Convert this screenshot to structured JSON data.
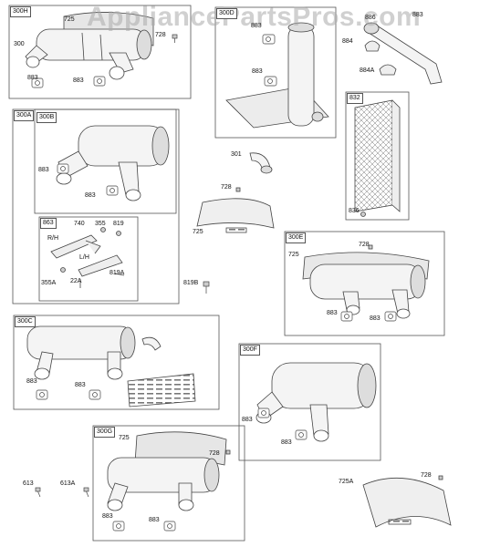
{
  "watermark": "AppliancePartsPros.com",
  "groups": [
    {
      "id": "300H",
      "label": "300H"
    },
    {
      "id": "300D",
      "label": "300D"
    },
    {
      "id": "832",
      "label": "832"
    },
    {
      "id": "300A",
      "label": "300A"
    },
    {
      "id": "300B",
      "label": "300B"
    },
    {
      "id": "863",
      "label": "863"
    },
    {
      "id": "300E",
      "label": "300E"
    },
    {
      "id": "300C",
      "label": "300C"
    },
    {
      "id": "300F",
      "label": "300F"
    },
    {
      "id": "300G",
      "label": "300G"
    }
  ],
  "parts": [
    "300",
    "725",
    "728",
    "883",
    "883",
    "883",
    "883",
    "886",
    "883",
    "884",
    "884A",
    "836",
    "883",
    "883",
    "740",
    "355",
    "819",
    "R/H",
    "L/H",
    "355A",
    "22A",
    "819A",
    "301",
    "728",
    "725",
    "819B",
    "728",
    "725",
    "883",
    "883",
    "883",
    "883",
    "883",
    "883",
    "725",
    "728",
    "883",
    "883",
    "613",
    "613A",
    "725A",
    "728"
  ],
  "colors": {
    "line": "#444444",
    "fill": "#f4f4f4",
    "shade": "#d8d8d8",
    "box": "#555555"
  }
}
